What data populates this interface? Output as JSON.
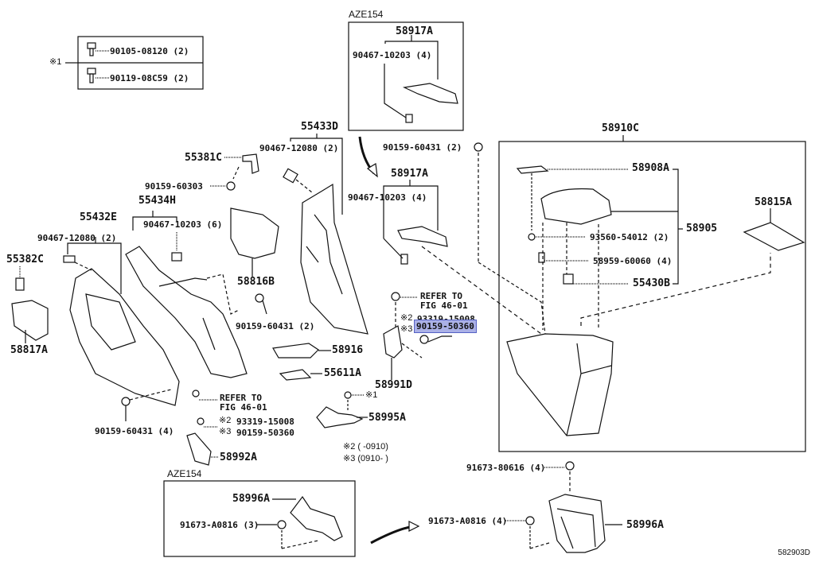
{
  "diagram": {
    "code": "582903D",
    "note_marks": {
      "m1": "※1",
      "m2": "※2",
      "m3": "※3"
    },
    "legend_box": {
      "ref": "※1",
      "items": [
        "90105-08120 (2)",
        "90119-08C59 (2)"
      ]
    },
    "top_inset": {
      "model": "AZE154",
      "assembly": "58917A",
      "clip": "90467-10203 (4)"
    },
    "left_group": {
      "p55433D": "55433D",
      "p90467_12080_2a": "90467-12080 (2)",
      "p55381C": "55381C",
      "p90159_60303": "90159-60303",
      "p55434H": "55434H",
      "p90467_10203_6": "90467-10203 (6)",
      "p55432E": "55432E",
      "p90467_12080_2b": "90467-12080 (2)",
      "p55382C": "55382C",
      "p58817A": "58817A",
      "p58816B": "58816B",
      "p90159_60431_2a": "90159-60431 (2)",
      "p90159_60431_4": "90159-60431 (4)",
      "refer_line1": "REFER TO",
      "refer_line2": "FIG 46-01",
      "p93319": "93319-15008",
      "p90159_50360": "90159-50360",
      "p58992A": "58992A"
    },
    "center_group": {
      "p90159_60431_2b": "90159-60431 (2)",
      "p58917A": "58917A",
      "p90467_10203_4": "90467-10203 (4)",
      "refer_line1": "REFER TO",
      "refer_line2": "FIG 46-01",
      "p93319": "93319-15008",
      "p90159_50360_highlighted": "90159-50360",
      "p58916": "58916",
      "p55611A": "55611A",
      "p58991D": "58991D",
      "p58995A": "58995A",
      "note2": "※2 (    -0910)",
      "note3": "※3 (0910-    )"
    },
    "right_group": {
      "p58910C": "58910C",
      "p58908A": "58908A",
      "p58905": "58905",
      "p93560": "93560-54012 (2)",
      "p58959": "58959-60060 (4)",
      "p55430B": "55430B",
      "p58815A": "58815A"
    },
    "bottom_inset": {
      "model": "AZE154",
      "bracket": "58996A",
      "bolt": "91673-A0816 (3)"
    },
    "bottom_right": {
      "bolt_top": "91673-80616 (4)",
      "bolt_side": "91673-A0816 (4)",
      "bracket": "58996A"
    }
  }
}
